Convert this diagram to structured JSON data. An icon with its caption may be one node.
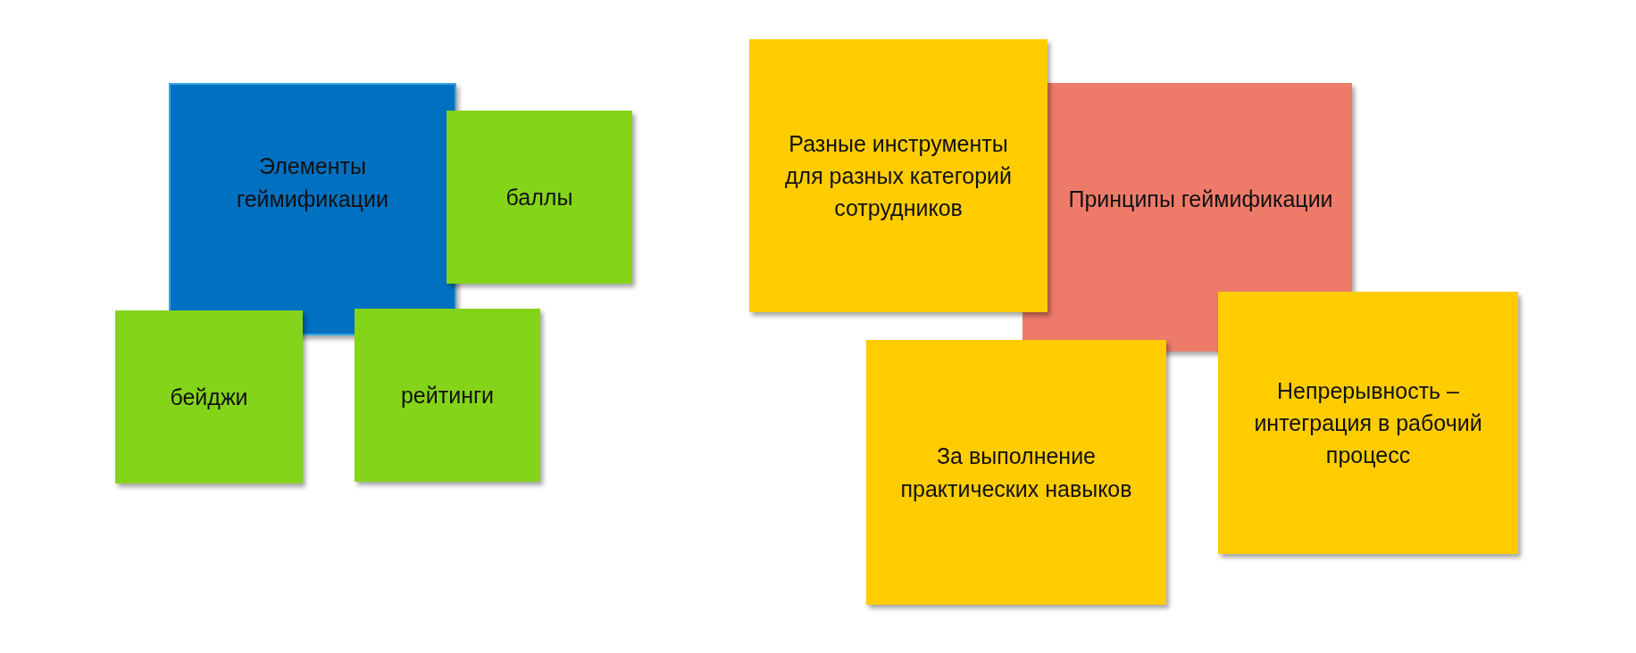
{
  "diagram": {
    "nodes": [
      {
        "text": [
          "Элементы геймификации"
        ]
      },
      {
        "text": [
          "баллы"
        ]
      },
      {
        "text": [
          "бейджи"
        ]
      },
      {
        "text": [
          "рейтинги"
        ]
      },
      {
        "text": [
          "Разные инструменты для разных категорий сотрудников"
        ]
      },
      {
        "text": [
          "Принципы геймификации"
        ]
      },
      {
        "text": [
          "За выполнение практических навыков"
        ]
      },
      {
        "text": [
          "Непрерывность – интеграция в рабочий процесс"
        ]
      }
    ]
  }
}
